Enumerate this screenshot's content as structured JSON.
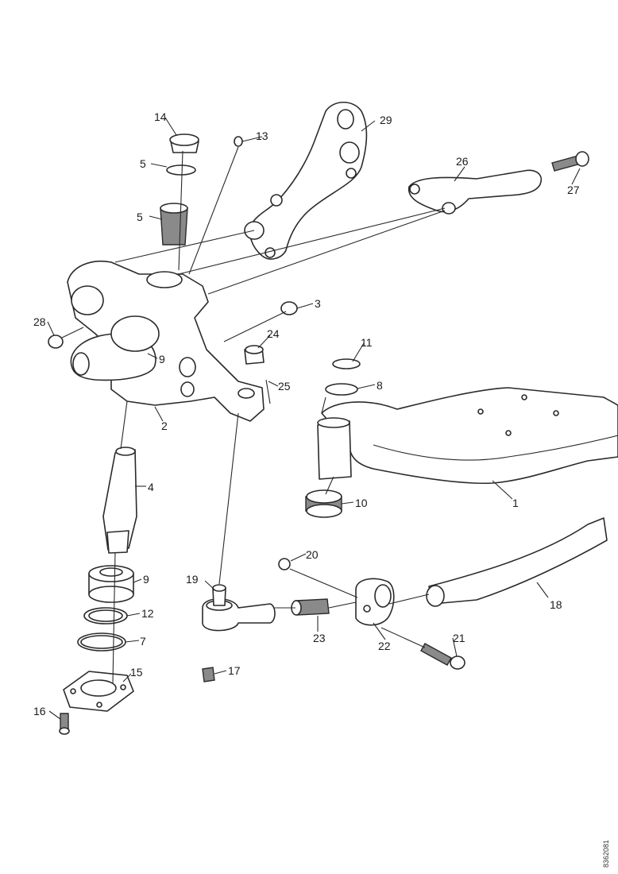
{
  "diagram": {
    "reference_code": "8362081",
    "callouts": [
      {
        "id": "c1",
        "label": "1"
      },
      {
        "id": "c2",
        "label": "2"
      },
      {
        "id": "c3",
        "label": "3"
      },
      {
        "id": "c4",
        "label": "4"
      },
      {
        "id": "c5a",
        "label": "5"
      },
      {
        "id": "c5b",
        "label": "5"
      },
      {
        "id": "c7",
        "label": "7"
      },
      {
        "id": "c8",
        "label": "8"
      },
      {
        "id": "c9a",
        "label": "9"
      },
      {
        "id": "c9b",
        "label": "9"
      },
      {
        "id": "c10",
        "label": "10"
      },
      {
        "id": "c11",
        "label": "11"
      },
      {
        "id": "c12",
        "label": "12"
      },
      {
        "id": "c13",
        "label": "13"
      },
      {
        "id": "c14",
        "label": "14"
      },
      {
        "id": "c15",
        "label": "15"
      },
      {
        "id": "c16",
        "label": "16"
      },
      {
        "id": "c17",
        "label": "17"
      },
      {
        "id": "c18",
        "label": "18"
      },
      {
        "id": "c19",
        "label": "19"
      },
      {
        "id": "c20",
        "label": "20"
      },
      {
        "id": "c21",
        "label": "21"
      },
      {
        "id": "c22",
        "label": "22"
      },
      {
        "id": "c23",
        "label": "23"
      },
      {
        "id": "c24",
        "label": "24"
      },
      {
        "id": "c25",
        "label": "25"
      },
      {
        "id": "c26",
        "label": "26"
      },
      {
        "id": "c27",
        "label": "27"
      },
      {
        "id": "c28",
        "label": "28"
      },
      {
        "id": "c29",
        "label": "29"
      }
    ]
  }
}
